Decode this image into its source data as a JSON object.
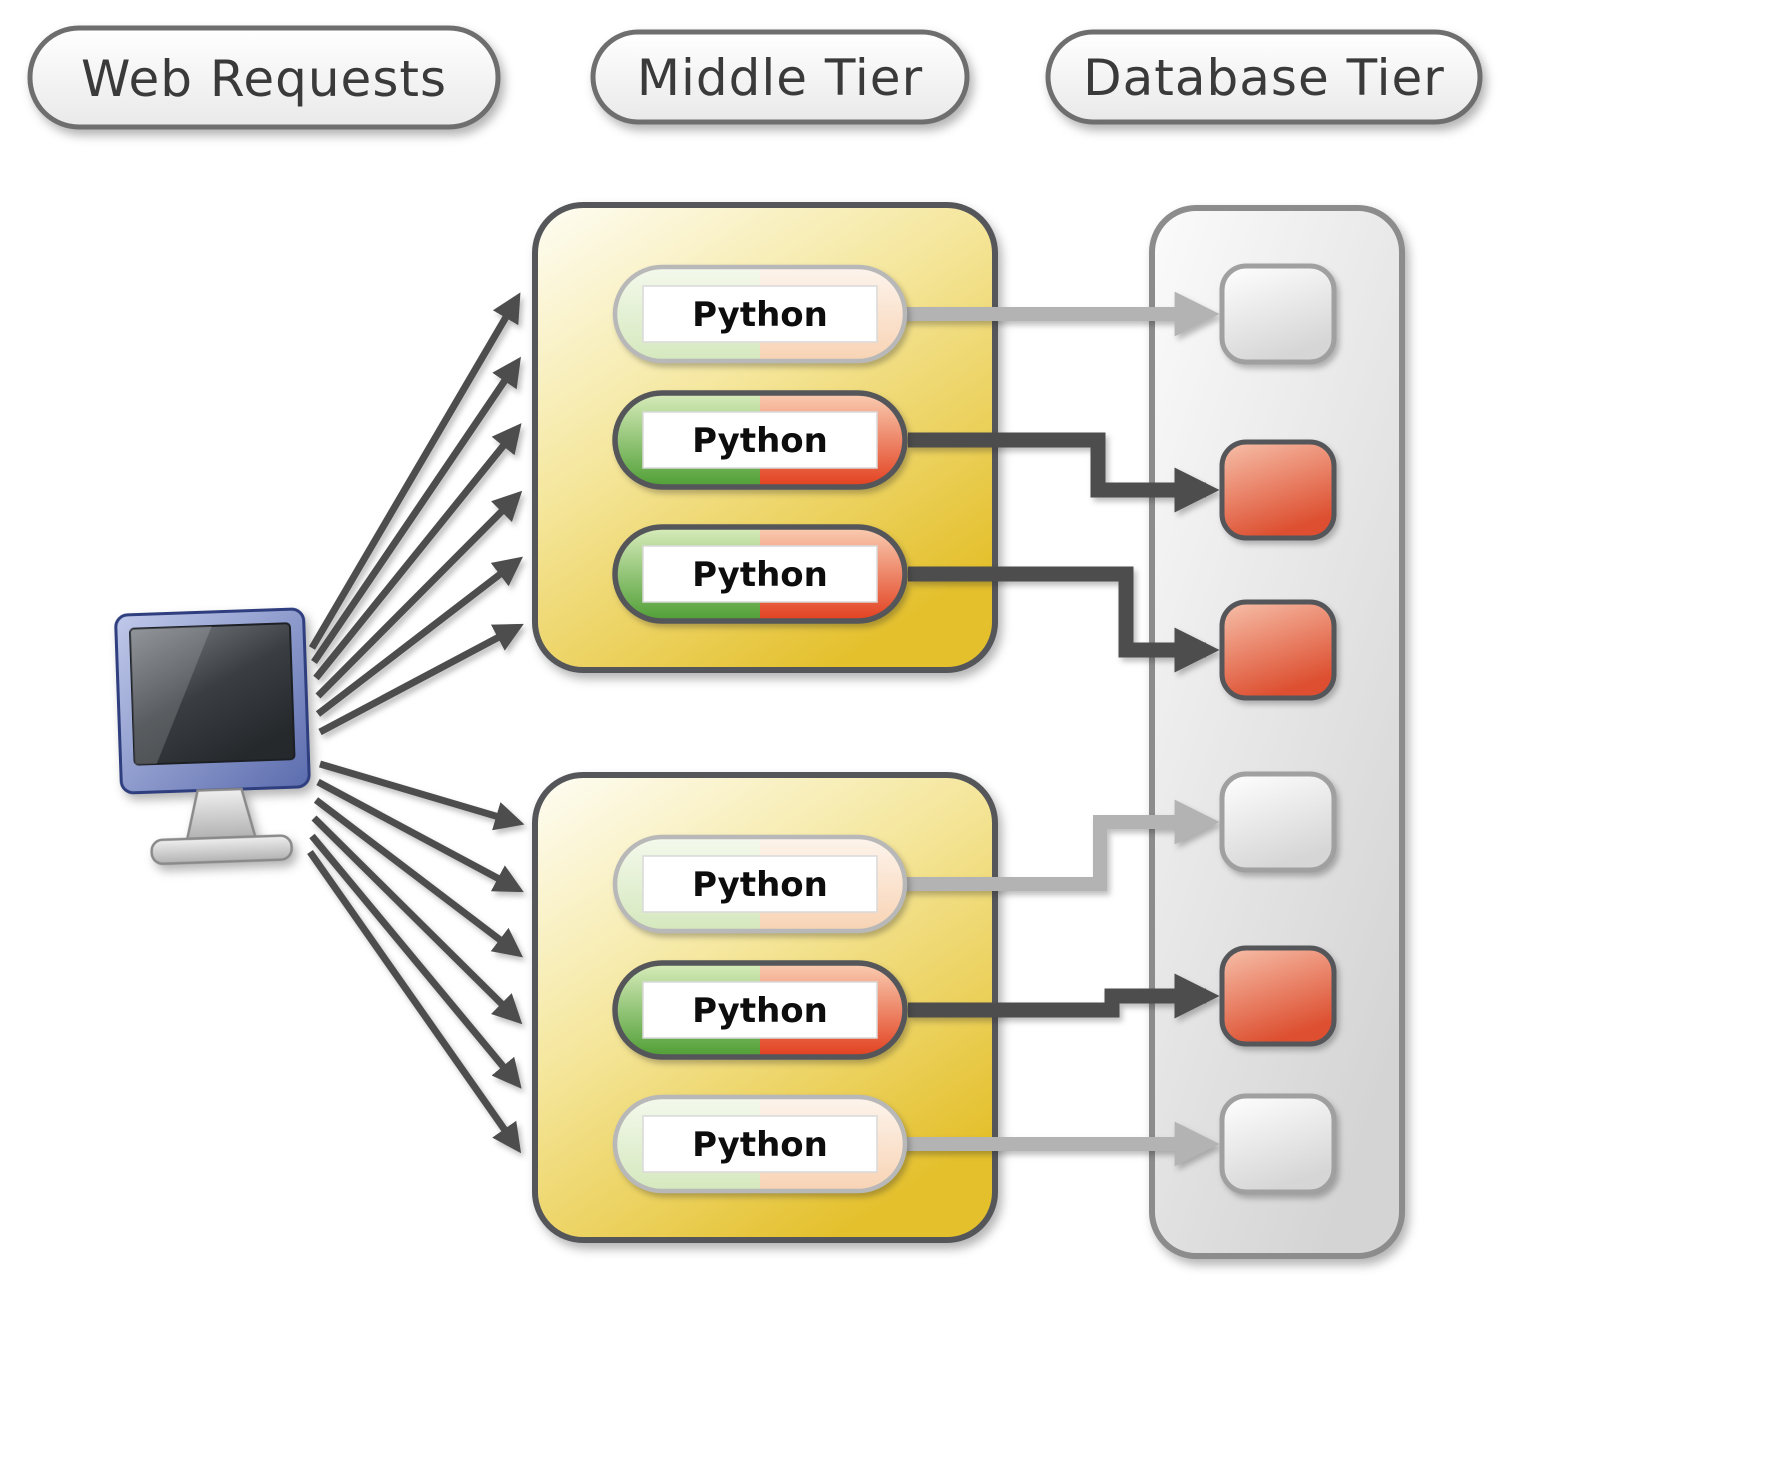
{
  "headers": {
    "web_requests": "Web Requests",
    "middle_tier": "Middle Tier",
    "database_tier": "Database Tier"
  },
  "middle_tier": {
    "servers": [
      {
        "processes": [
          {
            "label": "Python",
            "state": "idle"
          },
          {
            "label": "Python",
            "state": "busy"
          },
          {
            "label": "Python",
            "state": "busy"
          }
        ]
      },
      {
        "processes": [
          {
            "label": "Python",
            "state": "idle"
          },
          {
            "label": "Python",
            "state": "busy"
          },
          {
            "label": "Python",
            "state": "idle"
          }
        ]
      }
    ]
  },
  "database_tier": {
    "nodes": [
      {
        "state": "idle"
      },
      {
        "state": "busy"
      },
      {
        "state": "busy"
      },
      {
        "state": "idle"
      },
      {
        "state": "busy"
      },
      {
        "state": "idle"
      }
    ]
  },
  "client": {
    "icon": "monitor-icon"
  },
  "colors": {
    "server_box_gold": "#e4c02c",
    "process_green": "#4f9e35",
    "process_red": "#e2401f",
    "db_node_busy": "#e05038",
    "db_node_idle": "#ededed",
    "arrow_dark": "#4d4d4d",
    "arrow_light": "#b3b3b3",
    "outline_dark": "#55565a",
    "outline_light": "#b8b8b8",
    "header_text": "#3a3a3a"
  }
}
